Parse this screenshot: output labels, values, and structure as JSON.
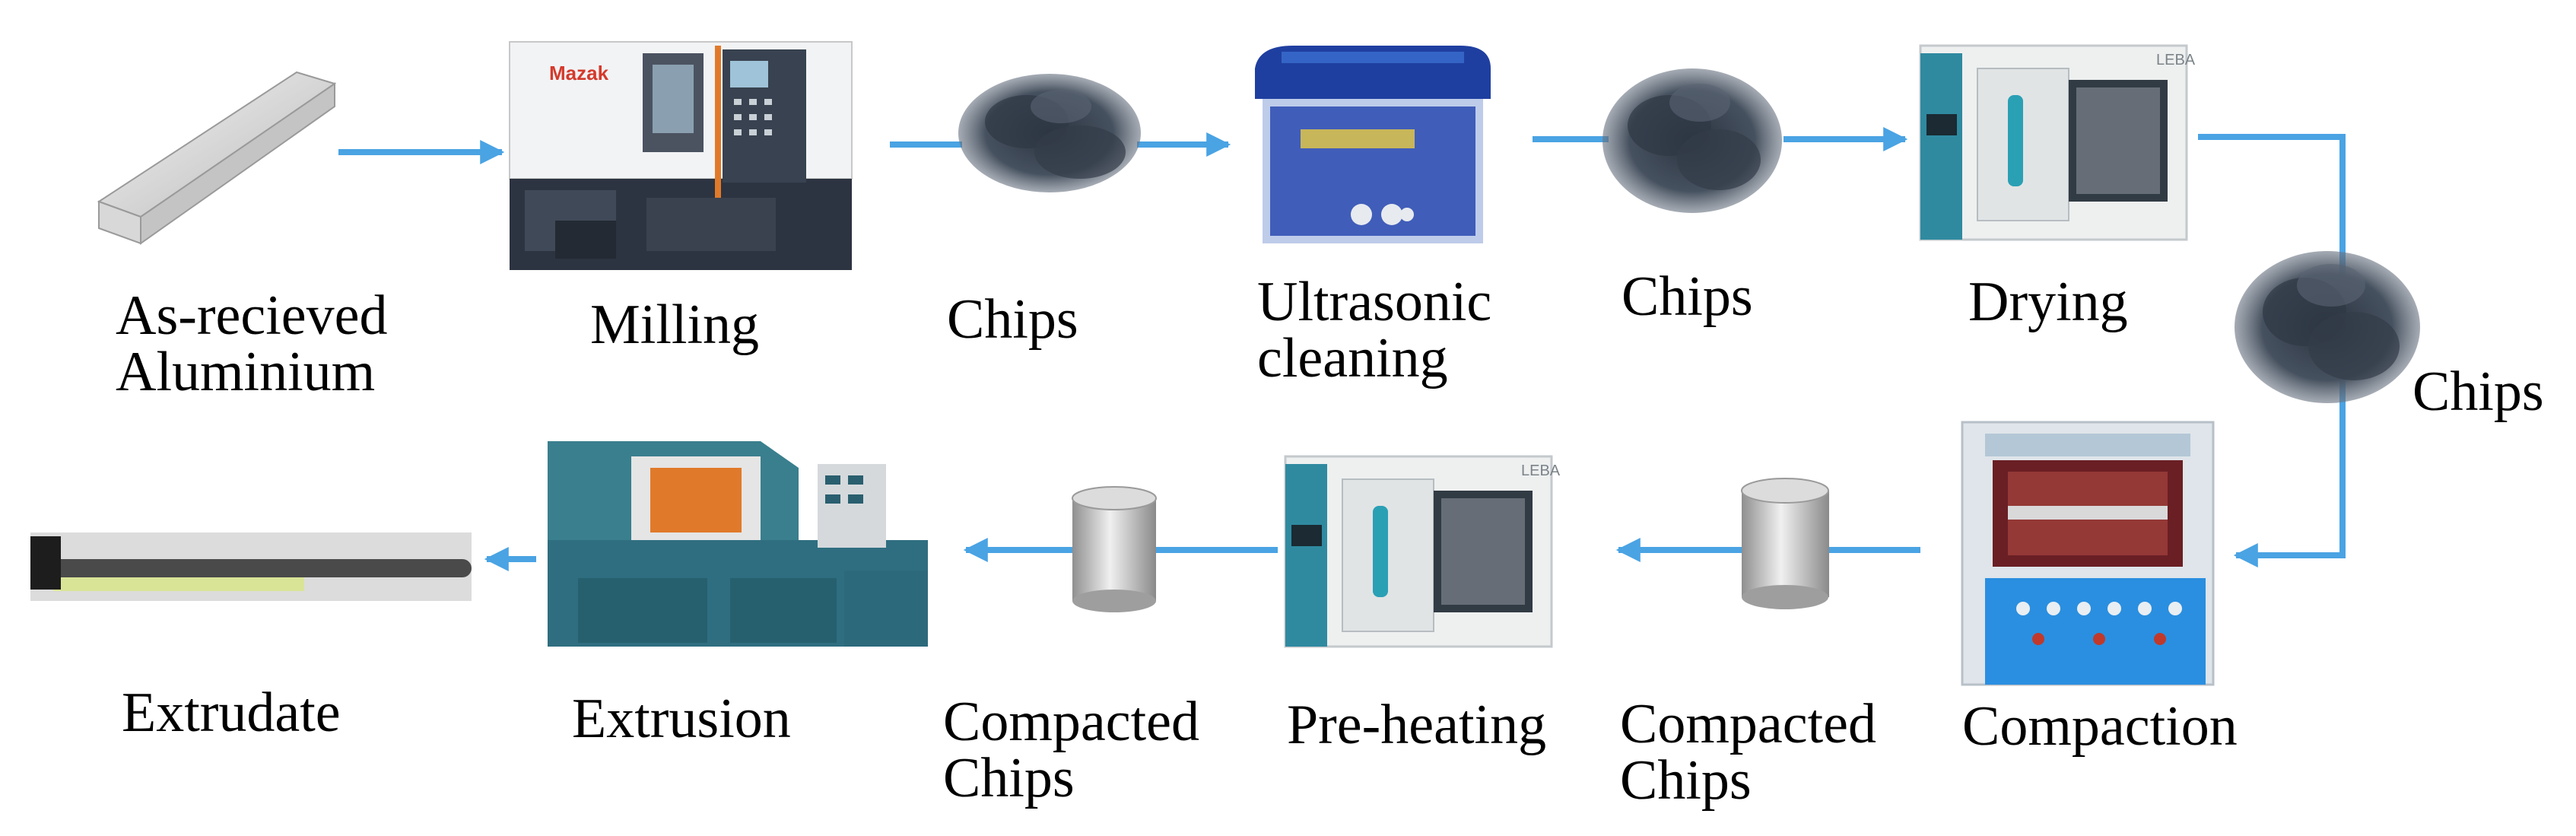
{
  "colors": {
    "arrow": "#4aa3e3",
    "machine_teal": "#3a7f8e",
    "oven_white": "#eef0f0",
    "chips_dark": "#3c4654",
    "cleaner_blue": "#1f3fa0"
  },
  "labels": {
    "as_received": [
      "As-recieved",
      "Aluminium"
    ],
    "milling": "Milling",
    "chips_1": "Chips",
    "ultrasonic": [
      "Ultrasonic",
      "cleaning"
    ],
    "chips_2": "Chips",
    "drying": "Drying",
    "chips_3": "Chips",
    "compaction": "Compaction",
    "compacted_1": [
      "Compacted",
      "Chips"
    ],
    "preheating": "Pre-heating",
    "compacted_2": [
      "Compacted",
      "Chips"
    ],
    "extrusion": "Extrusion",
    "extrudate": "Extrudate"
  },
  "logos": {
    "mazak": "Mazak"
  }
}
